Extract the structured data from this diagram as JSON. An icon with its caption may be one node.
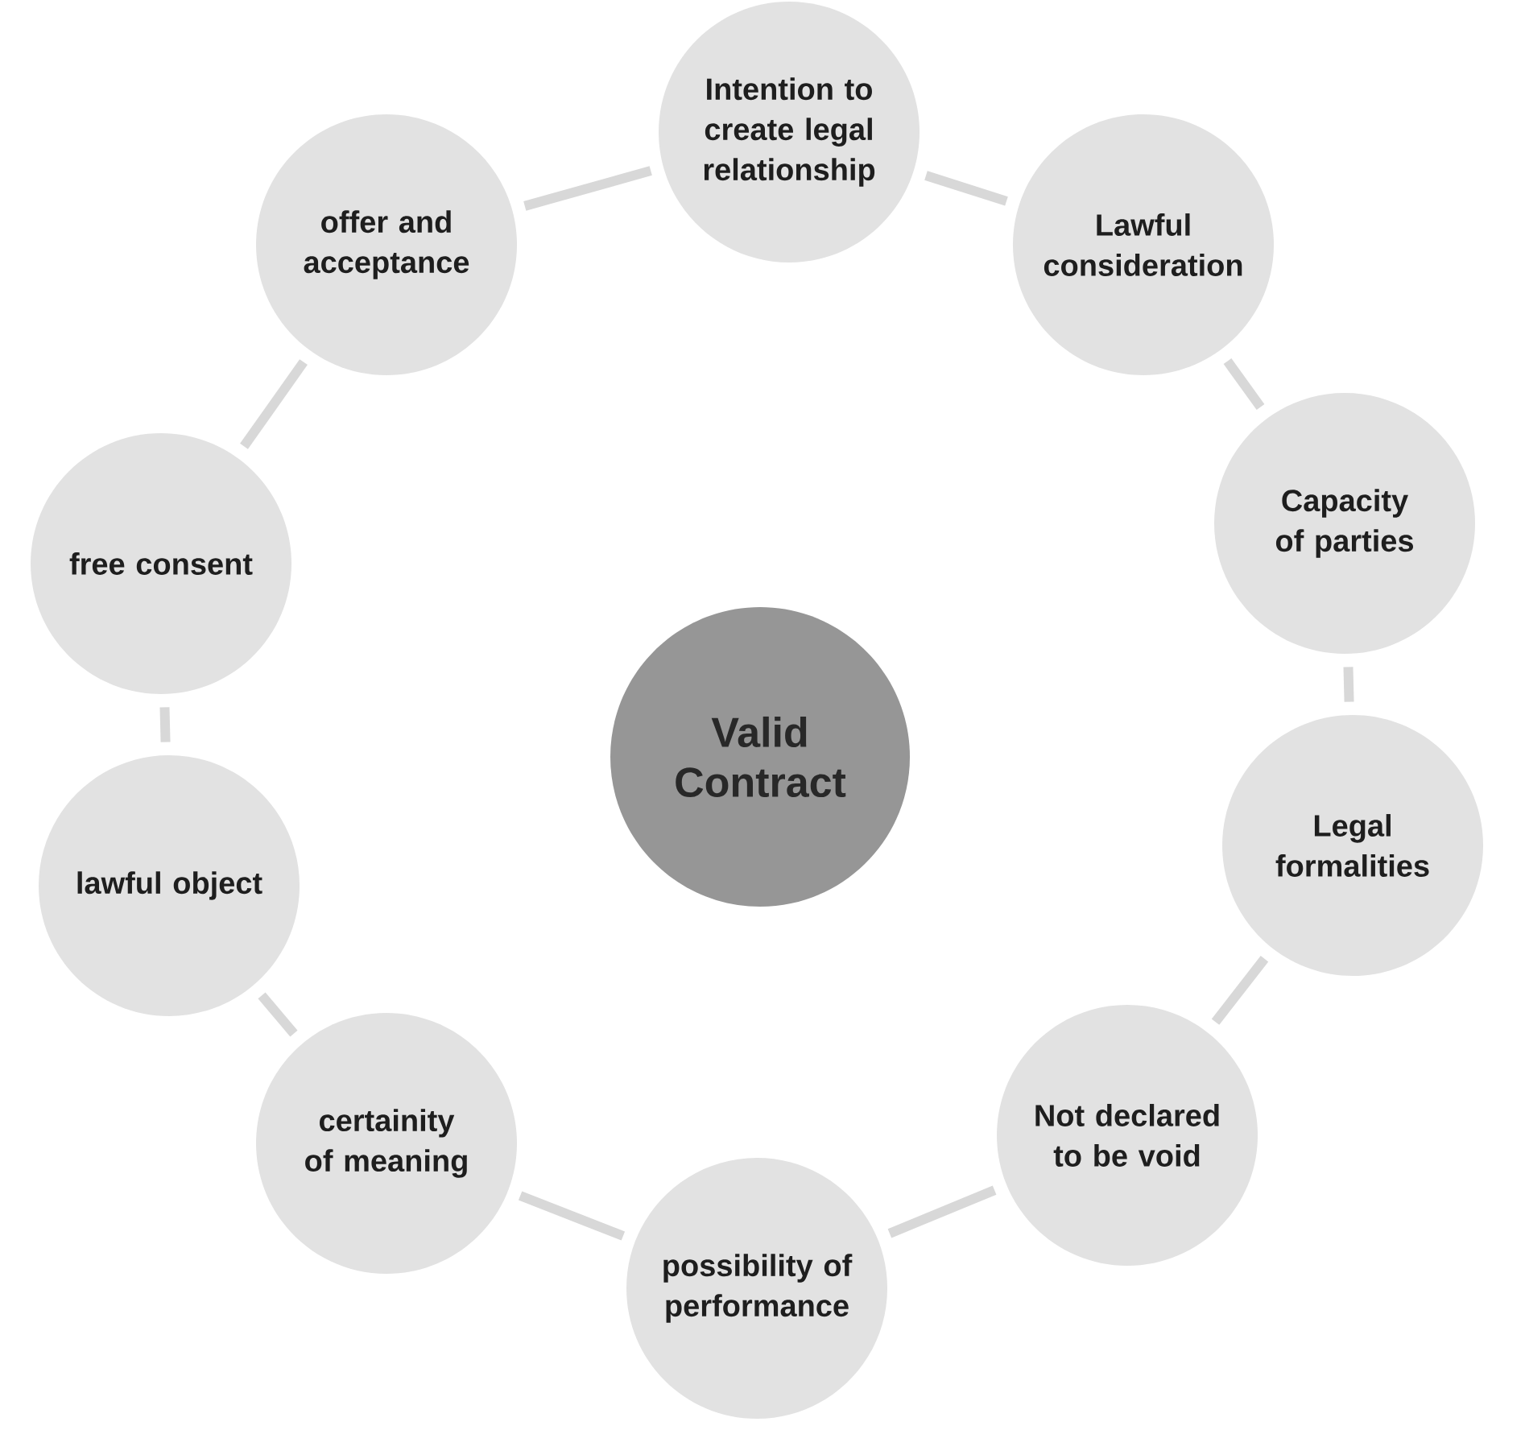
{
  "diagram": {
    "nodes": [
      {
        "text": [
          "Valid Contract"
        ]
      },
      {
        "text": [
          "Intention to create legal relationship"
        ]
      },
      {
        "text": [
          "Lawful consideration"
        ]
      },
      {
        "text": [
          "Capacity of parties"
        ]
      },
      {
        "text": [
          "Legal formalities"
        ]
      },
      {
        "text": [
          "Not declared to be void"
        ]
      },
      {
        "text": [
          "possibility of performance"
        ]
      },
      {
        "text": [
          "certainity of meaning"
        ]
      },
      {
        "text": [
          "lawful object"
        ]
      },
      {
        "text": [
          "free consent"
        ]
      },
      {
        "text": [
          "offer and acceptance"
        ]
      }
    ],
    "edges": [
      {
        "from": 1,
        "to": 2,
        "arrow": "none"
      },
      {
        "from": 2,
        "to": 3,
        "arrow": "none"
      },
      {
        "from": 3,
        "to": 4,
        "arrow": "none"
      },
      {
        "from": 4,
        "to": 5,
        "arrow": "none"
      },
      {
        "from": 5,
        "to": 6,
        "arrow": "none"
      },
      {
        "from": 6,
        "to": 7,
        "arrow": "none"
      },
      {
        "from": 7,
        "to": 8,
        "arrow": "none"
      },
      {
        "from": 8,
        "to": 9,
        "arrow": "none"
      },
      {
        "from": 9,
        "to": 10,
        "arrow": "none"
      },
      {
        "from": 10,
        "to": 1,
        "arrow": "none"
      }
    ]
  }
}
